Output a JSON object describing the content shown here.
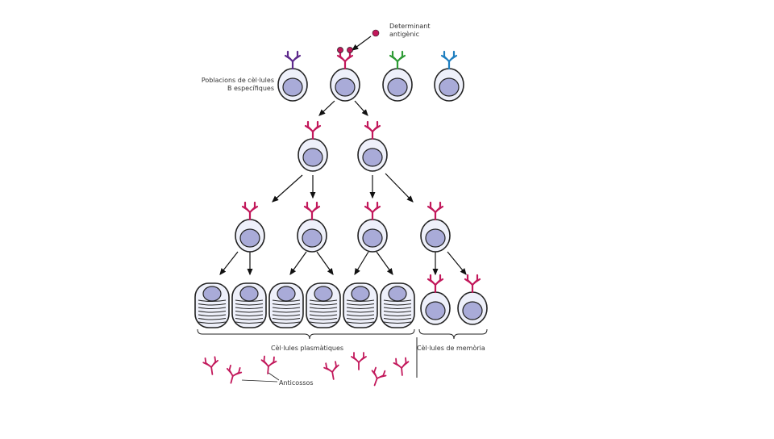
{
  "labels": {
    "antigen_line1": "Determinant",
    "antigen_line2": "antigènic",
    "populations_line1": "Poblacions de cèl·lules",
    "populations_line2": "B específiques",
    "plasma_cells": "Cèl·lules plasmàtiques",
    "memory_cells": "Cèl·lules de memòria",
    "antibodies": "Anticossos"
  },
  "colors": {
    "activated_receptor": "#c2185b",
    "purple_receptor": "#5e2a8c",
    "green_receptor": "#2e9b35",
    "blue_receptor": "#1f7fc0",
    "nucleus": "#a9abd8",
    "cell_fill": "#eef0fa",
    "outline": "#222222"
  },
  "icons": {
    "b_cell": "b-cell-icon",
    "plasma_cell": "plasma-cell-icon",
    "receptor": "antibody-receptor-icon",
    "antigen": "antigen-dot-icon"
  }
}
